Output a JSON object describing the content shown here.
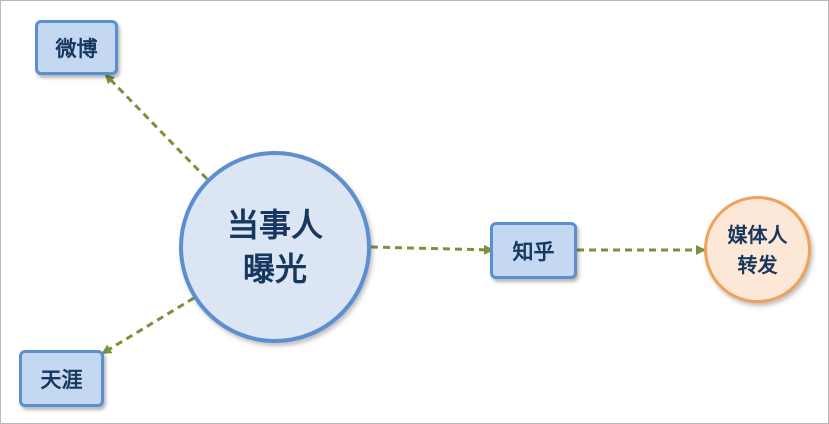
{
  "diagram": {
    "center": {
      "line1": "当事人",
      "line2": "曝光"
    },
    "weibo": {
      "label": "微博"
    },
    "tianya": {
      "label": "天涯"
    },
    "zhihu": {
      "label": "知乎"
    },
    "media": {
      "line1": "媒体人",
      "line2": "转发"
    },
    "colors": {
      "box_fill": "#c5d8f1",
      "box_border": "#5b8fd0",
      "center_fill": "#dbe5f4",
      "media_fill": "#fde7d7",
      "media_border": "#f0a25b",
      "text": "#17375e",
      "arrow": "#77933c"
    }
  }
}
